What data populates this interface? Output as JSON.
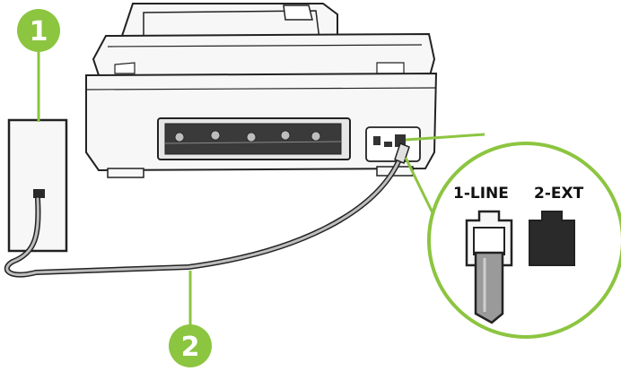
{
  "callouts": [
    {
      "number": "1",
      "target": "wall phone jack"
    },
    {
      "number": "2",
      "target": "phone cord"
    }
  ],
  "ports": {
    "line_label": "1-LINE",
    "ext_label": "2-EXT"
  },
  "colors": {
    "callout_green": "#8cc540",
    "zoom_ring_green": "#8cc540",
    "outline": "#222222",
    "device_fill": "#f7f7f7",
    "jack_fill": "#2a2a2a",
    "cord_fill": "#9a9a9a"
  },
  "icons": [
    "printer-fax-device",
    "wall-phone-jack",
    "phone-cord",
    "line-port",
    "ext-port"
  ]
}
